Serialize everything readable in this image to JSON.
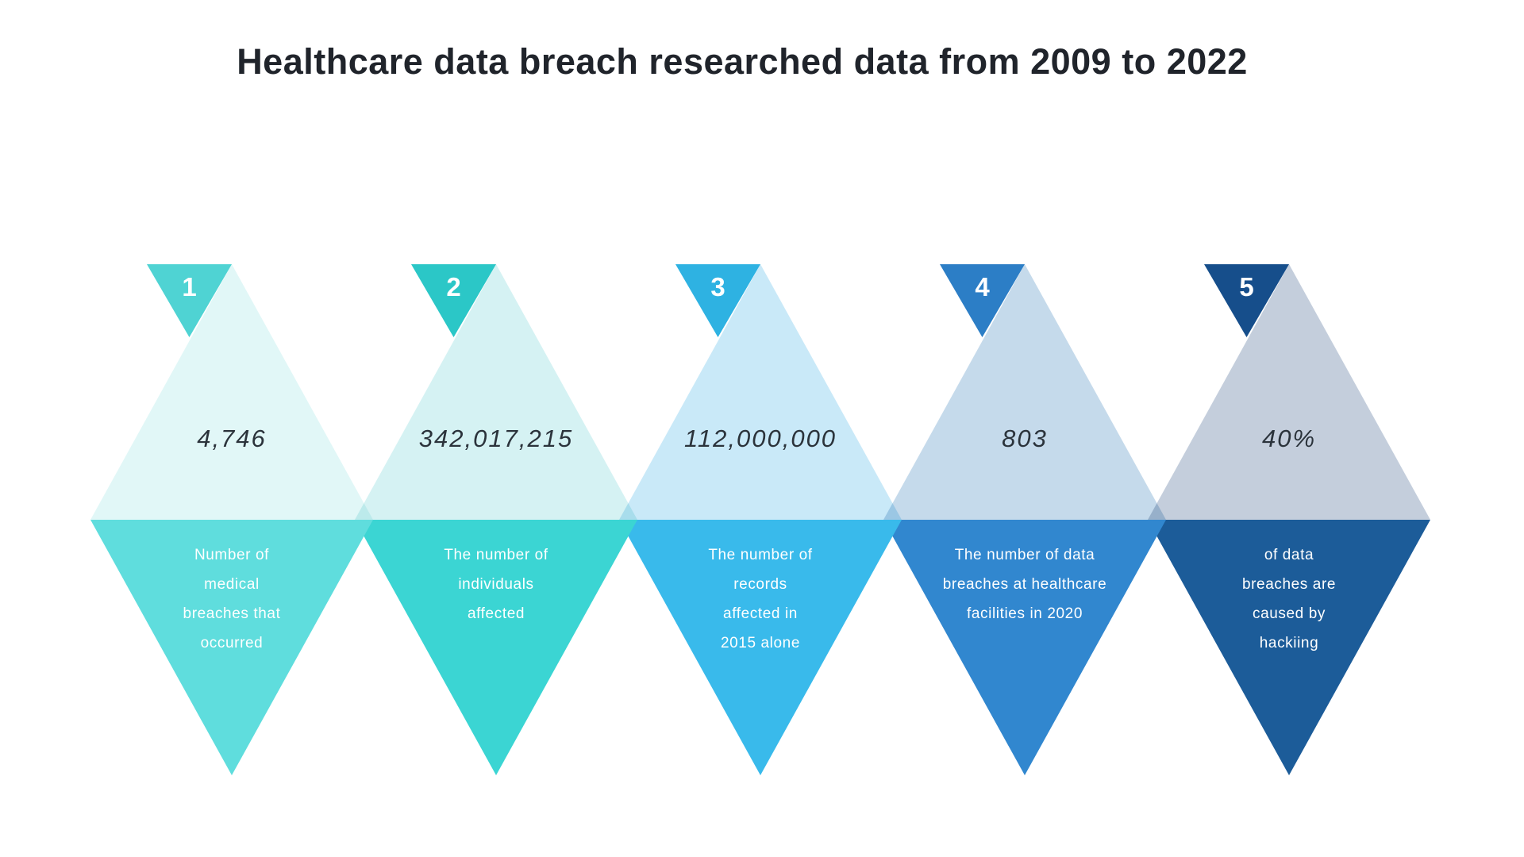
{
  "title": "Healthcare data breach researched data from 2009 to 2022",
  "title_color": "#20242b",
  "background_color": "#ffffff",
  "items": [
    {
      "number": "1",
      "value": "4,746",
      "description": "Number of\nmedical\nbreaches that\noccurred",
      "colors": {
        "badge": "#4FD3D3",
        "light": "#E1F7F7",
        "dark": "#5FDDDD"
      }
    },
    {
      "number": "2",
      "value": "342,017,215",
      "description": "The number of\nindividuals\naffected",
      "colors": {
        "badge": "#2BC7C7",
        "light": "#D5F2F3",
        "dark": "#3BD5D3"
      }
    },
    {
      "number": "3",
      "value": "112,000,000",
      "description": "The number of\nrecords\naffected in\n2015 alone",
      "colors": {
        "badge": "#2EB2E2",
        "light": "#C9E9F8",
        "dark": "#39BAEB"
      }
    },
    {
      "number": "4",
      "value": "803",
      "description": "The number of data\nbreaches at healthcare\nfacilities in 2020",
      "colors": {
        "badge": "#2C7EC6",
        "light": "#C5DAEB",
        "dark": "#3187CF"
      }
    },
    {
      "number": "5",
      "value": "40%",
      "description": "of data\nbreaches are\ncaused by\nhackiing",
      "colors": {
        "badge": "#164E8B",
        "light": "#C4CEDC",
        "dark": "#1C5C99"
      }
    }
  ]
}
